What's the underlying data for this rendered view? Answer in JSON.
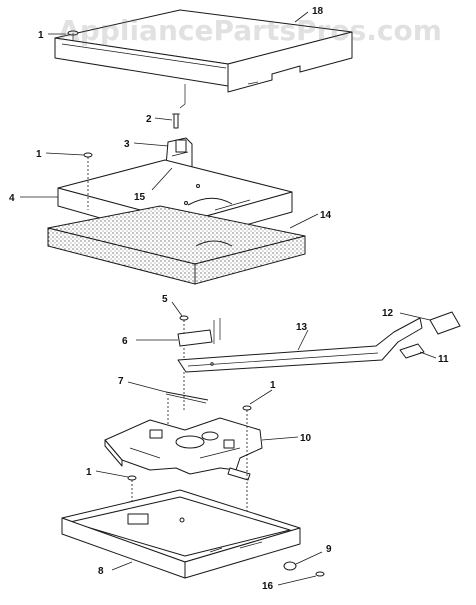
{
  "diagram": {
    "watermark": "AppliancePartsPros.com",
    "callouts": {
      "c1a": "1",
      "c18": "18",
      "c2": "2",
      "c3": "3",
      "c1b": "1",
      "c15": "15",
      "c4": "4",
      "c14": "14",
      "c5": "5",
      "c12": "12",
      "c6": "6",
      "c13": "13",
      "c11": "11",
      "c7": "7",
      "c1c": "1",
      "c10": "10",
      "c1d": "1",
      "c9": "9",
      "c8": "8",
      "c16": "16"
    }
  }
}
